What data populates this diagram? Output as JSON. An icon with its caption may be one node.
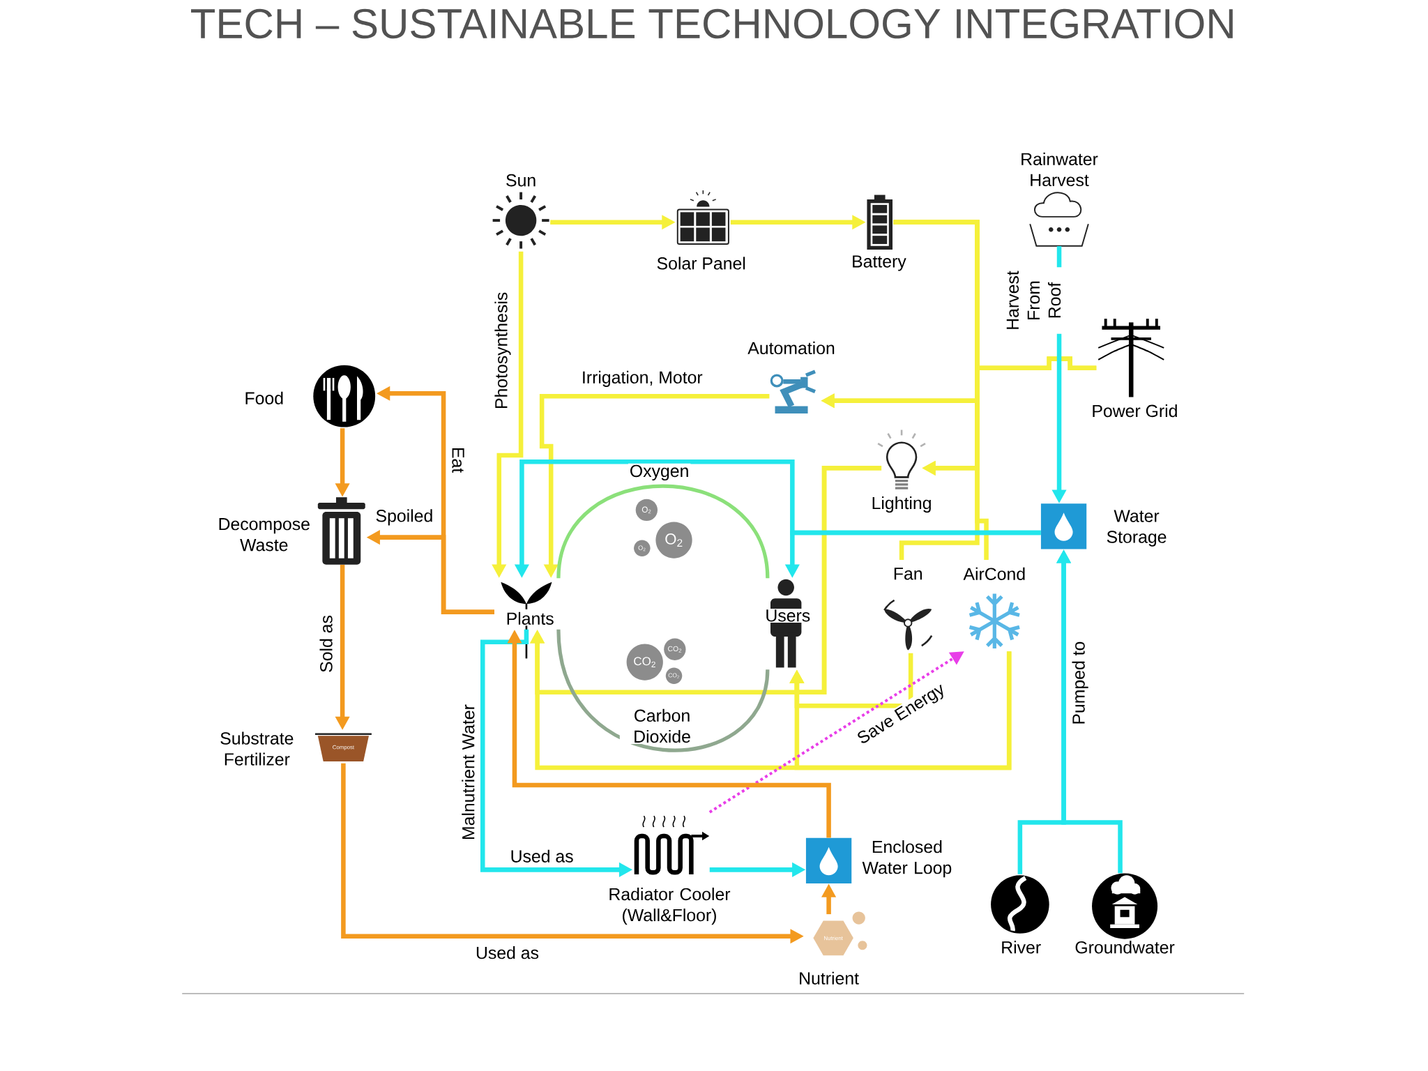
{
  "diagram": {
    "title": "TECH – SUSTAINABLE TECHNOLOGY INTEGRATION",
    "nodes": [
      {
        "text": [
          "Sun"
        ]
      },
      {
        "text": [
          "Solar Panel"
        ]
      },
      {
        "text": [
          "Battery"
        ]
      },
      {
        "text": [
          "Rainwater Harvest"
        ]
      },
      {
        "text": [
          "Power Grid"
        ]
      },
      {
        "text": [
          "Automation"
        ]
      },
      {
        "text": [
          "Food"
        ]
      },
      {
        "text": [
          "Lighting"
        ]
      },
      {
        "text": [
          "Water Storage"
        ]
      },
      {
        "text": [
          "Decompose Waste"
        ]
      },
      {
        "text": [
          "Plants"
        ]
      },
      {
        "text": [
          "Users"
        ]
      },
      {
        "text": [
          "Fan"
        ]
      },
      {
        "text": [
          "AirCond"
        ]
      },
      {
        "text": [
          "Substrate Fertilizer",
          "Compost"
        ]
      },
      {
        "text": [
          "Radiator Cooler (Wall&Floor)"
        ]
      },
      {
        "text": [
          "Enclosed Water Loop"
        ]
      },
      {
        "text": [
          "Nutrient",
          "Nutrient"
        ]
      },
      {
        "text": [
          "River"
        ]
      },
      {
        "text": [
          "Groundwater"
        ]
      }
    ],
    "edges": [
      {
        "from": 0,
        "to": 1,
        "arrow": "to"
      },
      {
        "from": 1,
        "to": 2,
        "arrow": "to"
      },
      {
        "from": 0,
        "to": 10,
        "arrow": "to",
        "label": "Photosynthesis"
      },
      {
        "from": 2,
        "to": 5,
        "arrow": "to"
      },
      {
        "from": 2,
        "to": 7,
        "arrow": "to"
      },
      {
        "from": 2,
        "to": 12,
        "arrow": "none"
      },
      {
        "from": 2,
        "to": 13,
        "arrow": "none"
      },
      {
        "from": 4,
        "to": 5,
        "arrow": "to"
      },
      {
        "from": 4,
        "to": 7,
        "arrow": "to"
      },
      {
        "from": 5,
        "to": 10,
        "arrow": "to",
        "label": "Irrigation, Motor"
      },
      {
        "from": 7,
        "to": 10,
        "arrow": "to"
      },
      {
        "from": 7,
        "to": 11,
        "arrow": "to"
      },
      {
        "from": 12,
        "to": 11,
        "arrow": "to"
      },
      {
        "from": 13,
        "to": 10,
        "arrow": "to"
      },
      {
        "from": 13,
        "to": 11,
        "arrow": "to"
      },
      {
        "from": 8,
        "to": 11,
        "arrow": "to",
        "color": "#22e6ec"
      },
      {
        "from": 8,
        "to": 10,
        "arrow": "to",
        "color": "#22e6ec"
      },
      {
        "from": 3,
        "to": 8,
        "arrow": "to",
        "color": "#22e6ec",
        "label": "Harvest From Roof"
      },
      {
        "from": 18,
        "to": 8,
        "arrow": "to",
        "color": "#22e6ec",
        "label": "Pumped to"
      },
      {
        "from": 19,
        "to": 8,
        "arrow": "to",
        "color": "#22e6ec"
      },
      {
        "from": 10,
        "to": 15,
        "arrow": "to",
        "color": "#22e6ec",
        "label": "Used as"
      },
      {
        "from": 15,
        "to": 16,
        "arrow": "to",
        "color": "#22e6ec"
      },
      {
        "from": 15,
        "to": 13,
        "arrow": "to",
        "color": "#e83ee8",
        "style": "dashed",
        "label": "Save Energy"
      },
      {
        "from": 16,
        "to": 10,
        "arrow": "to",
        "color": "#f39a1f"
      },
      {
        "from": 17,
        "to": 16,
        "arrow": "to",
        "color": "#f39a1f"
      },
      {
        "from": 14,
        "to": 17,
        "arrow": "to",
        "color": "#f39a1f",
        "label": "Used as"
      },
      {
        "from": 10,
        "to": 6,
        "arrow": "to",
        "color": "#f39a1f",
        "label": "Eat"
      },
      {
        "from": 10,
        "to": 9,
        "arrow": "to",
        "color": "#f39a1f",
        "label": "Spoiled"
      },
      {
        "from": 6,
        "to": 9,
        "arrow": "to",
        "color": "#f39a1f"
      },
      {
        "from": 9,
        "to": 14,
        "arrow": "to",
        "color": "#f39a1f",
        "label": "Sold as"
      },
      {
        "from": 10,
        "to": 11,
        "arrow": "none",
        "color": "#8be07a",
        "label": "Oxygen"
      },
      {
        "from": 10,
        "to": 11,
        "arrow": "none",
        "color": "#8fa88f",
        "label": "Carbon Dioxide"
      }
    ],
    "labels": [
      "O$_{2}$",
      "O$_{2}$",
      "O$_{2}$",
      "CO$_{2}$",
      "CO$_{2}$",
      "CO$_{2}$",
      "Malnutrient Water"
    ]
  }
}
